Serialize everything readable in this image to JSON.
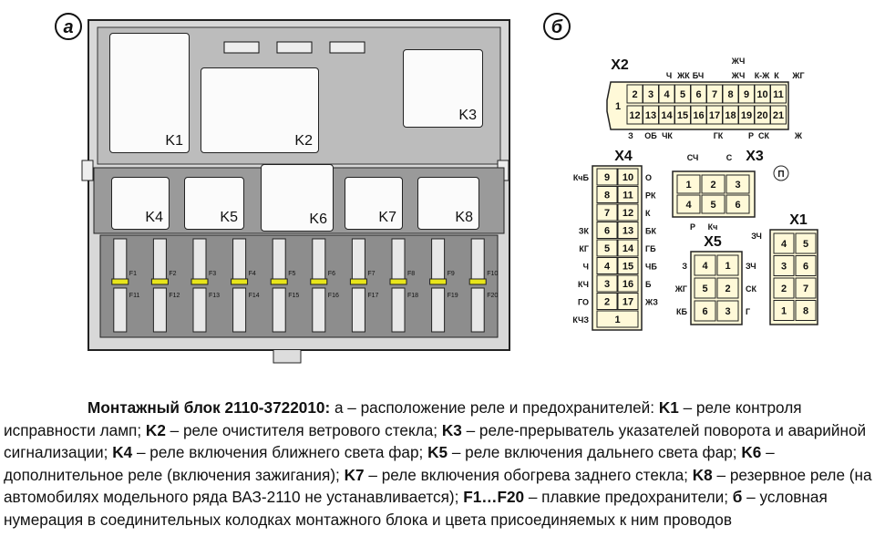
{
  "panel_a": {
    "tag": "а",
    "relays": [
      {
        "id": "k1",
        "label": "K1"
      },
      {
        "id": "k2",
        "label": "K2"
      },
      {
        "id": "k3",
        "label": "K3"
      },
      {
        "id": "k4",
        "label": "K4"
      },
      {
        "id": "k5",
        "label": "K5"
      },
      {
        "id": "k6",
        "label": "K6"
      },
      {
        "id": "k7",
        "label": "K7"
      },
      {
        "id": "k8",
        "label": "K8"
      }
    ],
    "fuses_top": [
      "F1",
      "F2",
      "F3",
      "F4",
      "F5",
      "F6",
      "F7",
      "F8",
      "F9",
      "F10"
    ],
    "fuses_bottom": [
      "F11",
      "F12",
      "F13",
      "F14",
      "F15",
      "F16",
      "F17",
      "F18",
      "F19",
      "F20"
    ]
  },
  "panel_b": {
    "tag": "б",
    "x2": {
      "title": "X2",
      "top_labels": [
        "Ч",
        "ЖК",
        "БЧ",
        "ЖЧ",
        "ЖЧ",
        "К-Ж",
        "К",
        "ЖГ"
      ],
      "top_pins": [
        "2",
        "3",
        "4",
        "5",
        "6",
        "7",
        "8",
        "9",
        "10",
        "11"
      ],
      "bottom_pins": [
        "12",
        "13",
        "14",
        "15",
        "16",
        "17",
        "18",
        "19",
        "20",
        "21"
      ],
      "left_pin": "1",
      "bottom_labels": [
        "З",
        "ОБ",
        "ЧК",
        "ГК",
        "Р",
        "СК",
        "Ж"
      ]
    },
    "x4": {
      "title": "X4",
      "rows": [
        {
          "left_label": "КчБ",
          "a": "9",
          "b": "10",
          "right_label": "О"
        },
        {
          "left_label": "",
          "a": "8",
          "b": "11",
          "right_label": "РК"
        },
        {
          "left_label": "",
          "a": "7",
          "b": "12",
          "right_label": "К"
        },
        {
          "left_label": "ЗК",
          "a": "6",
          "b": "13",
          "right_label": "БК"
        },
        {
          "left_label": "КГ",
          "a": "5",
          "b": "14",
          "right_label": "ГБ"
        },
        {
          "left_label": "Ч",
          "a": "4",
          "b": "15",
          "right_label": "ЧБ"
        },
        {
          "left_label": "КЧ",
          "a": "3",
          "b": "16",
          "right_label": "Б"
        },
        {
          "left_label": "ГО",
          "a": "2",
          "b": "17",
          "right_label": "ЖЗ"
        },
        {
          "left_label": "КЧЗ",
          "a": "1",
          "b": "",
          "right_label": ""
        }
      ]
    },
    "x3": {
      "title": "X3",
      "mark": "П",
      "top_labels": [
        "СЧ",
        "С"
      ],
      "pins": [
        "1",
        "2",
        "3",
        "4",
        "5",
        "6"
      ],
      "bottom_labels": [
        "Р",
        "Кч"
      ]
    },
    "x5": {
      "title": "X5",
      "rows": [
        {
          "left_label": "З",
          "a": "4",
          "b": "1",
          "right_label": "ЗЧ"
        },
        {
          "left_label": "ЖГ",
          "a": "5",
          "b": "2",
          "right_label": "СК"
        },
        {
          "left_label": "КБ",
          "a": "6",
          "b": "3",
          "right_label": "Г"
        }
      ],
      "top_right_label": "ЗЧ"
    },
    "x1": {
      "title": "X1",
      "rows": [
        [
          "4",
          "5"
        ],
        [
          "3",
          "6"
        ],
        [
          "2",
          "7"
        ],
        [
          "1",
          "8"
        ]
      ]
    }
  },
  "caption": {
    "title": "Монтажный блок 2110-3722010:",
    "parts": [
      {
        "t": " а – расположение реле и предохранителей: ",
        "b": false
      },
      {
        "t": "K1",
        "b": true
      },
      {
        "t": " – реле контроля исправности ламп; ",
        "b": false
      },
      {
        "t": "K2",
        "b": true
      },
      {
        "t": " – реле очистителя ветрового стекла; ",
        "b": false
      },
      {
        "t": "K3",
        "b": true
      },
      {
        "t": " – реле-прерыватель указателей поворота и аварийной сигнализации; ",
        "b": false
      },
      {
        "t": "K4",
        "b": true
      },
      {
        "t": " – реле включения ближнего света фар; ",
        "b": false
      },
      {
        "t": "K5",
        "b": true
      },
      {
        "t": " – реле включения дальнего света фар; ",
        "b": false
      },
      {
        "t": "K6",
        "b": true
      },
      {
        "t": " – дополнительное реле (включения зажигания); ",
        "b": false
      },
      {
        "t": "K7",
        "b": true
      },
      {
        "t": " – реле включения обогрева заднего стекла; ",
        "b": false
      },
      {
        "t": "K8",
        "b": true
      },
      {
        "t": " – резервное реле (на автомобилях модельного ряда ВАЗ-2110 не устанавливается); ",
        "b": false
      },
      {
        "t": "F1…F20",
        "b": true
      },
      {
        "t": " – плавкие предохранители; ",
        "b": false
      },
      {
        "t": "б",
        "b": true
      },
      {
        "t": " – условная нумерация в соединительных колодках монтажного блока и цвета присоединяемых к ним проводов",
        "b": false
      }
    ]
  }
}
